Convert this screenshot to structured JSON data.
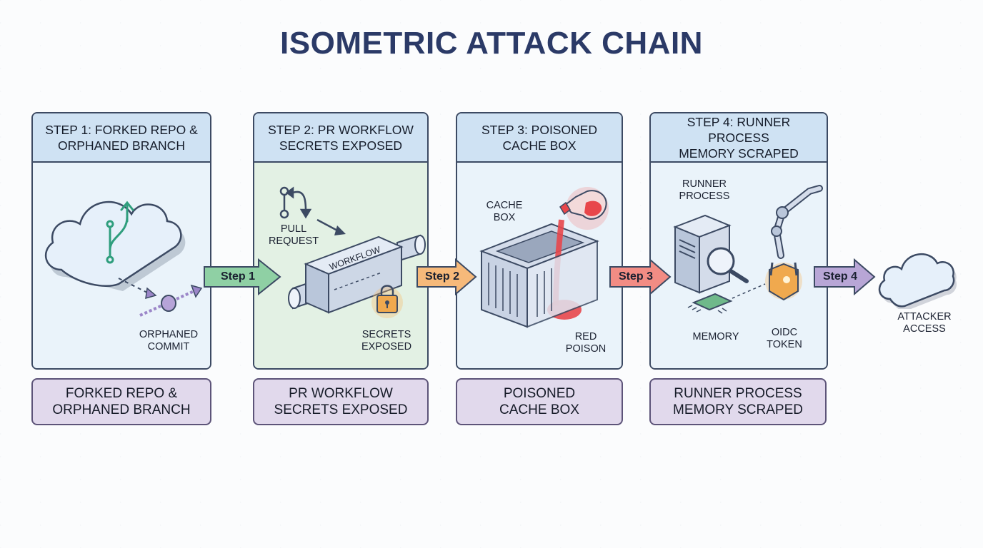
{
  "title": "ISOMETRIC ATTACK CHAIN",
  "steps": [
    {
      "header_line1": "STEP 1: FORKED REPO &",
      "header_line2": "ORPHANED BRANCH",
      "labels": {
        "orphaned_commit_1": "ORPHANED",
        "orphaned_commit_2": "COMMIT"
      },
      "bottom_line1": "FORKED REPO &",
      "bottom_line2": "ORPHANED BRANCH"
    },
    {
      "header_line1": "STEP 2: PR WORKFLOW",
      "header_line2": "SECRETS EXPOSED",
      "labels": {
        "pull_request_1": "PULL",
        "pull_request_2": "REQUEST",
        "workflow": "WORKFLOW",
        "secrets_1": "SECRETS",
        "secrets_2": "EXPOSED"
      },
      "bottom_line1": "PR WORKFLOW",
      "bottom_line2": "SECRETS EXPOSED"
    },
    {
      "header_line1": "STEP 3: POISONED",
      "header_line2": "CACHE BOX",
      "labels": {
        "cache_box_1": "CACHE",
        "cache_box_2": "BOX",
        "red_poison_1": "RED",
        "red_poison_2": "POISON"
      },
      "bottom_line1": "POISONED",
      "bottom_line2": "CACHE BOX"
    },
    {
      "header_line1": "STEP 4: RUNNER PROCESS",
      "header_line2": "MEMORY SCRAPED",
      "labels": {
        "runner_1": "RUNNER",
        "runner_2": "PROCESS",
        "memory": "MEMORY",
        "oidc_1": "OIDC",
        "oidc_2": "TOKEN"
      },
      "bottom_line1": "RUNNER PROCESS",
      "bottom_line2": "MEMORY SCRAPED"
    }
  ],
  "arrows": [
    {
      "label": "Step 1",
      "color": "#8fd0a4"
    },
    {
      "label": "Step 2",
      "color": "#f6b97a"
    },
    {
      "label": "Step 3",
      "color": "#f28c84"
    },
    {
      "label": "Step 4",
      "color": "#b8a6d6"
    }
  ],
  "final": {
    "line1": "ATTACKER",
    "line2": "ACCESS"
  },
  "colors": {
    "title": "#2b3a67",
    "header_fill": "#cfe2f3",
    "bottom_fill": "#e1d9ec",
    "panel2_fill": "#e3f1e4",
    "panel_fill": "#eaf3fa",
    "poison": "#e8474b",
    "lock": "#f0a94e"
  }
}
